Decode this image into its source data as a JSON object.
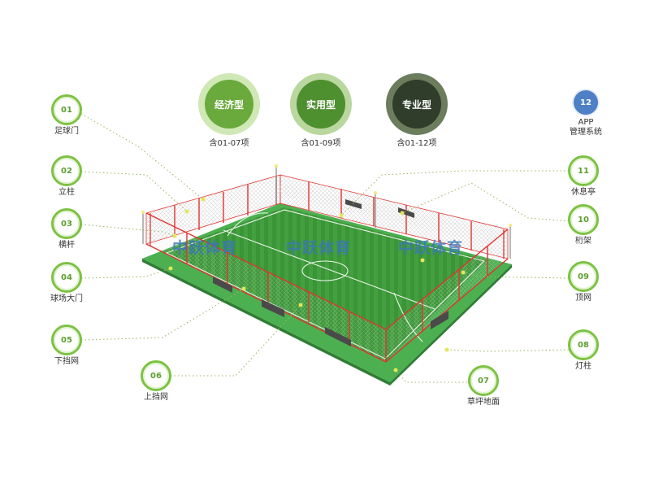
{
  "packages": [
    {
      "name": "经济型",
      "desc": "含01-07项",
      "ring": "#cfe8b6",
      "fill": "#6aaa3c"
    },
    {
      "name": "实用型",
      "desc": "含01-09项",
      "ring": "#b9d79e",
      "fill": "#4e8f2f"
    },
    {
      "name": "专业型",
      "desc": "含01-12项",
      "ring": "#6b7d5c",
      "fill": "#2f3d2a"
    }
  ],
  "callouts": [
    {
      "num": "01",
      "label": "足球门"
    },
    {
      "num": "02",
      "label": "立柱"
    },
    {
      "num": "03",
      "label": "横杆"
    },
    {
      "num": "04",
      "label": "球场大门"
    },
    {
      "num": "05",
      "label": "下挡网"
    },
    {
      "num": "06",
      "label": "上挡网"
    },
    {
      "num": "07",
      "label": "草坪地面"
    },
    {
      "num": "08",
      "label": "灯柱"
    },
    {
      "num": "09",
      "label": "顶网"
    },
    {
      "num": "10",
      "label": "桁架"
    },
    {
      "num": "11",
      "label": "休息亭"
    },
    {
      "num": "12",
      "label_line1": "APP",
      "label_line2": "管理系统"
    }
  ],
  "watermark": [
    "中跃体育",
    "中跃体育",
    "中跃体育"
  ],
  "colors": {
    "accent": "#7cc242",
    "fence": "#e0342f",
    "turf": "#3f9a3a",
    "base": "#4caf50",
    "app": "#4f7fc4"
  }
}
